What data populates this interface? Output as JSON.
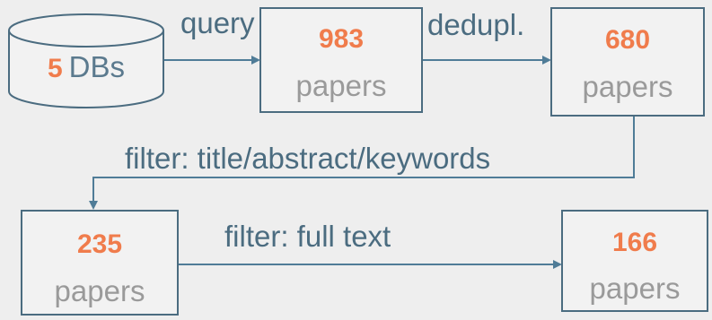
{
  "colors": {
    "background": "#eeeeee",
    "node_fill": "#f2f2f2",
    "node_stroke": "#4b6c80",
    "edge": "#4f7c97",
    "number": "#f07c4c",
    "muted_text": "#9a9a9a",
    "edge_label": "#4b6c80"
  },
  "nodes": {
    "databases": {
      "count": "5",
      "unit": "DBs",
      "shape": "cylinder"
    },
    "queried": {
      "count": "983",
      "unit": "papers"
    },
    "deduplicated": {
      "count": "680",
      "unit": "papers"
    },
    "screened": {
      "count": "235",
      "unit": "papers"
    },
    "final": {
      "count": "166",
      "unit": "papers"
    }
  },
  "edges": {
    "query": {
      "label": "query"
    },
    "dedupl": {
      "label": "dedupl."
    },
    "filter_title": {
      "label": "filter: title/abstract/keywords"
    },
    "filter_full": {
      "label": "filter: full text"
    }
  }
}
